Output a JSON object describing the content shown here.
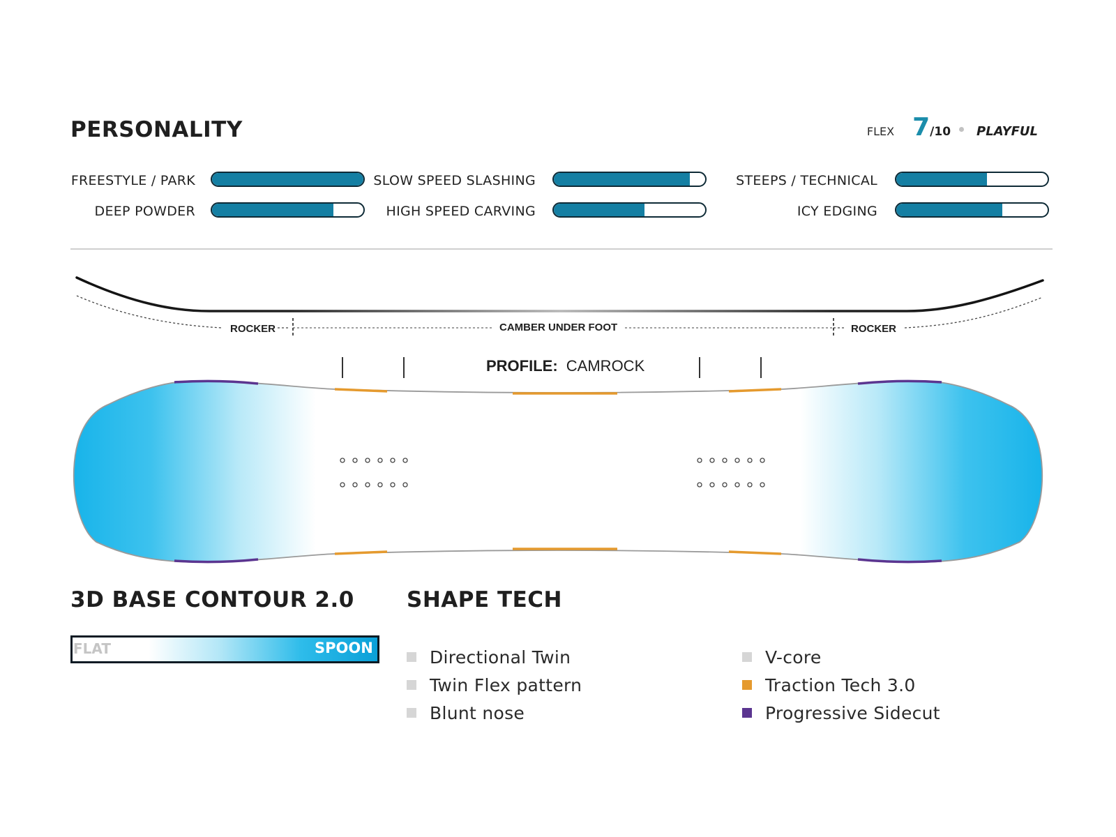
{
  "personality": {
    "title": "PERSONALITY",
    "flex": {
      "label": "FLEX",
      "value": "7",
      "max": "/10",
      "descriptor": "PLAYFUL"
    },
    "ratings": [
      {
        "label": "FREESTYLE / PARK",
        "level": 1.0
      },
      {
        "label": "DEEP POWDER",
        "level": 0.8
      },
      {
        "label": "SLOW SPEED SLASHING",
        "level": 0.9
      },
      {
        "label": "HIGH SPEED CARVING",
        "level": 0.6
      },
      {
        "label": "STEEPS / TECHNICAL",
        "level": 0.6
      },
      {
        "label": "ICY EDGING",
        "level": 0.7
      }
    ],
    "colors": {
      "bar_fill": "#147fa3",
      "bar_outline": "#0e2a36",
      "flex_accent": "#1b8dab"
    }
  },
  "profile": {
    "rocker_left": "ROCKER",
    "camber": "CAMBER UNDER FOOT",
    "rocker_right": "ROCKER",
    "label_bold": "PROFILE:",
    "label_value": "CAMROCK"
  },
  "board": {
    "colors": {
      "base_blue": "#1cb8ea",
      "sidecut_purple": "#5b3590",
      "traction_orange": "#e59a2e",
      "outline": "#9a9a9a"
    }
  },
  "base_contour": {
    "title": "3D BASE CONTOUR 2.0",
    "left_label": "FLAT",
    "right_label": "SPOON"
  },
  "shape_tech": {
    "title": "SHAPE TECH",
    "items": [
      {
        "label": "Directional Twin",
        "color": "#d6d6d6"
      },
      {
        "label": "Twin Flex pattern",
        "color": "#d6d6d6"
      },
      {
        "label": "Blunt nose",
        "color": "#d6d6d6"
      },
      {
        "label": "V-core",
        "color": "#d6d6d6"
      },
      {
        "label": "Traction Tech 3.0",
        "color": "#e59a2e"
      },
      {
        "label": "Progressive Sidecut",
        "color": "#5b3590"
      }
    ]
  }
}
